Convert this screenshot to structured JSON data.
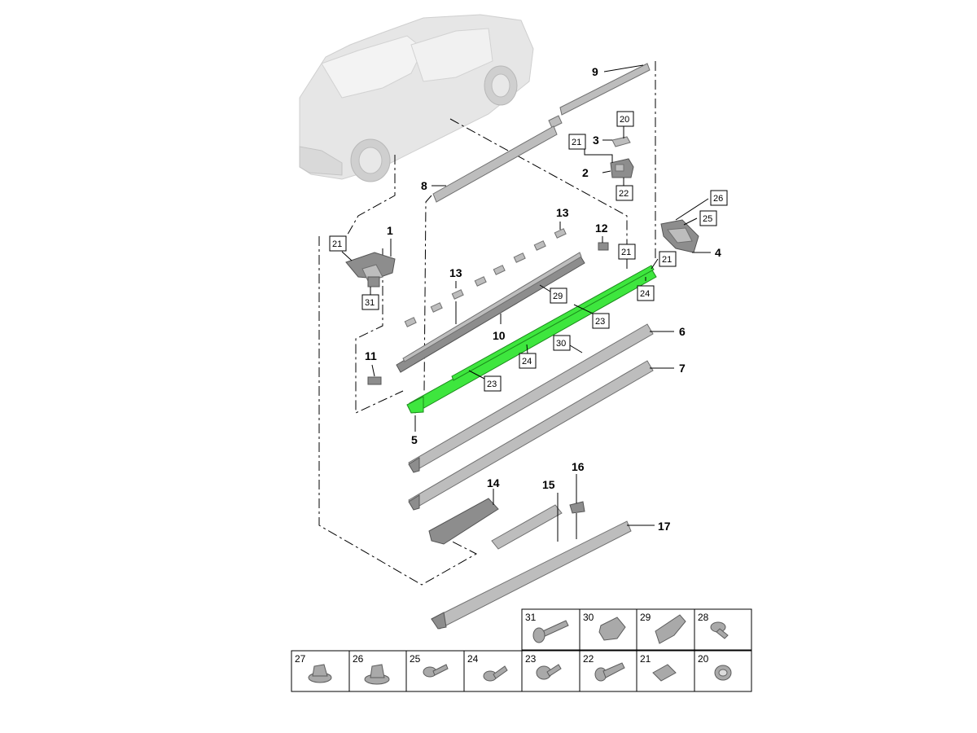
{
  "callouts": [
    {
      "id": "c1",
      "label": "1"
    },
    {
      "id": "c2",
      "label": "2"
    },
    {
      "id": "c3",
      "label": "3"
    },
    {
      "id": "c4",
      "label": "4"
    },
    {
      "id": "c5",
      "label": "5"
    },
    {
      "id": "c6",
      "label": "6"
    },
    {
      "id": "c7",
      "label": "7"
    },
    {
      "id": "c8",
      "label": "8"
    },
    {
      "id": "c9",
      "label": "9"
    },
    {
      "id": "c10",
      "label": "10"
    },
    {
      "id": "c11",
      "label": "11"
    },
    {
      "id": "c12",
      "label": "12"
    },
    {
      "id": "c13a",
      "label": "13"
    },
    {
      "id": "c13b",
      "label": "13"
    },
    {
      "id": "c14",
      "label": "14"
    },
    {
      "id": "c15",
      "label": "15"
    },
    {
      "id": "c16",
      "label": "16"
    },
    {
      "id": "c17",
      "label": "17"
    }
  ],
  "boxed_refs": [
    {
      "id": "b20",
      "label": "20"
    },
    {
      "id": "b21a",
      "label": "21"
    },
    {
      "id": "b22",
      "label": "22"
    },
    {
      "id": "b26",
      "label": "26"
    },
    {
      "id": "b25",
      "label": "25"
    },
    {
      "id": "b21b",
      "label": "21"
    },
    {
      "id": "b21c",
      "label": "21"
    },
    {
      "id": "b24a",
      "label": "24"
    },
    {
      "id": "b21d",
      "label": "21"
    },
    {
      "id": "b31",
      "label": "31"
    },
    {
      "id": "b29",
      "label": "29"
    },
    {
      "id": "b23a",
      "label": "23"
    },
    {
      "id": "b30",
      "label": "30"
    },
    {
      "id": "b24b",
      "label": "24"
    },
    {
      "id": "b23b",
      "label": "23"
    }
  ],
  "highlighted_part": "5",
  "fastener_table": {
    "row1": [
      "31",
      "30",
      "29",
      "28"
    ],
    "row2": [
      "27",
      "26",
      "25",
      "24",
      "23",
      "22",
      "21",
      "20"
    ]
  },
  "colors": {
    "highlight": "#3ee63e",
    "part": "#bdbdbd",
    "car": "#e6e6e6",
    "line": "#000000"
  }
}
